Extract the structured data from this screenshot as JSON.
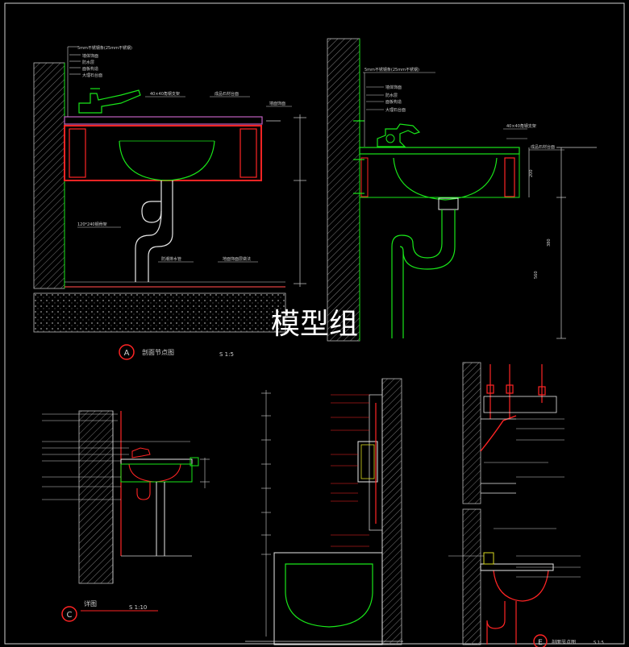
{
  "watermark": "模型组",
  "title_a": {
    "letter": "A",
    "name": "剖面节点图",
    "scale": "S 1:5"
  },
  "title_c": {
    "letter": "C",
    "name": "详图",
    "scale": "S 1:10"
  },
  "title_e": {
    "letter": "E",
    "name": "剖面节点图",
    "scale": "S 1:5"
  },
  "notes_a": {
    "top1": "5mm不锈钢条(25mm不锈钢)",
    "top2": "墙体饰面",
    "top3": "防水层",
    "top4": "面板构造",
    "top5": "大理石台面",
    "brace": "40×40角钢支架",
    "counter": "成品石材台面",
    "right": "墙面饰面",
    "pipe": "120*240钢骨架",
    "drain": "防潮排水管",
    "floor": "地面饰面层做法"
  },
  "notes_b": {
    "top": "5mm不锈钢条(25mm不锈钢)",
    "n1": "墙体饰面",
    "n2": "防水层",
    "n3": "面板构造",
    "n4": "大理石台面",
    "n5": "40×40角钢支架",
    "n6": "成品石材台面"
  },
  "dims_b": {
    "d1": "200",
    "d2": "380",
    "d3": "560"
  },
  "colors": {
    "green": "#19e619",
    "red": "#ff2424",
    "white": "#e8e8e8",
    "yellow": "#d8d820",
    "cyan": "#38d6d6",
    "hatch": "#8a8a8a"
  }
}
